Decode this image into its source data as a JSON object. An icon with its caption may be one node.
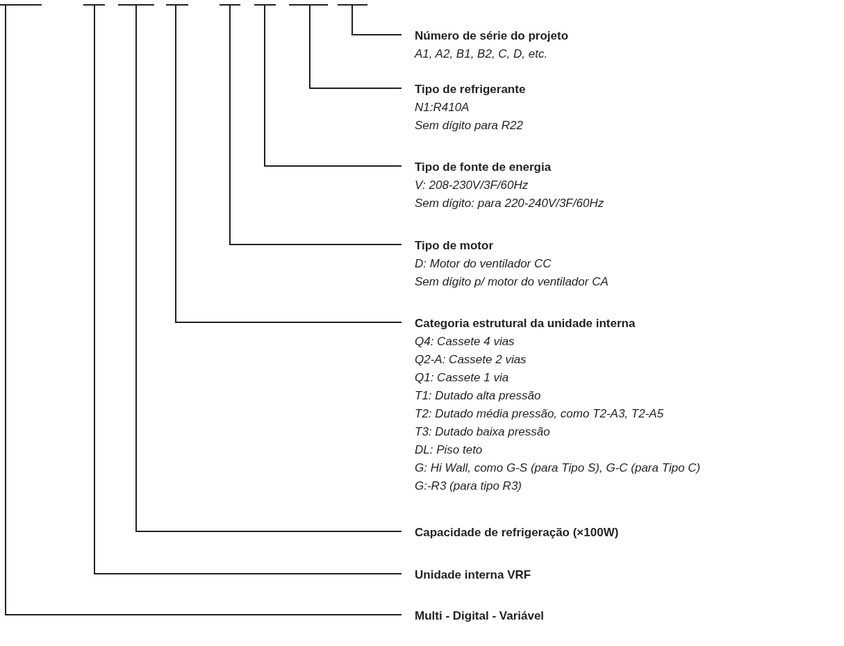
{
  "diagram": {
    "nodes": [
      {
        "text": [],
        "shape": "bar"
      },
      {
        "text": [],
        "shape": "bar"
      },
      {
        "text": [],
        "shape": "bar"
      },
      {
        "text": [],
        "shape": "bar"
      },
      {
        "text": [],
        "shape": "bar"
      },
      {
        "text": [],
        "shape": "bar"
      },
      {
        "text": [],
        "shape": "bar"
      },
      {
        "text": [],
        "shape": "bar"
      },
      {
        "text": [
          "Número de série do projeto",
          "A1, A2, B1, B2, C, D, etc."
        ]
      },
      {
        "text": [
          "Tipo de refrigerante",
          "N1:R410A",
          "Sem dígito para R22"
        ]
      },
      {
        "text": [
          "Tipo de fonte de energia",
          "V: 208-230V/3F/60Hz",
          "Sem dígito: para 220-240V/3F/60Hz"
        ]
      },
      {
        "text": [
          "Tipo de motor",
          "D: Motor do ventilador CC",
          "Sem dígito p/ motor do ventilador CA"
        ]
      },
      {
        "text": [
          "Categoria estrutural da unidade interna",
          "Q4: Cassete 4 vias",
          "Q2-A: Cassete 2 vias",
          "Q1: Cassete 1 via",
          "T1: Dutado alta pressão",
          "T2: Dutado média pressão, como T2-A3, T2-A5",
          "T3: Dutado baixa pressão",
          "DL: Piso teto",
          "G: Hi Wall, como G-S (para Tipo S), G-C (para Tipo C)",
          "G:-R3 (para tipo R3)"
        ]
      },
      {
        "text": [
          "Capacidade de refrigeração (×100W)"
        ]
      },
      {
        "text": [
          "Unidade interna VRF"
        ]
      },
      {
        "text": [
          "Multi - Digital - Variável"
        ]
      }
    ],
    "edges": [
      {
        "from": 7,
        "to": 8,
        "arrow": "none"
      },
      {
        "from": 6,
        "to": 9,
        "arrow": "none"
      },
      {
        "from": 5,
        "to": 10,
        "arrow": "none"
      },
      {
        "from": 4,
        "to": 11,
        "arrow": "none"
      },
      {
        "from": 3,
        "to": 12,
        "arrow": "none"
      },
      {
        "from": 2,
        "to": 13,
        "arrow": "none"
      },
      {
        "from": 1,
        "to": 14,
        "arrow": "none"
      },
      {
        "from": 0,
        "to": 15,
        "arrow": "none"
      }
    ]
  }
}
